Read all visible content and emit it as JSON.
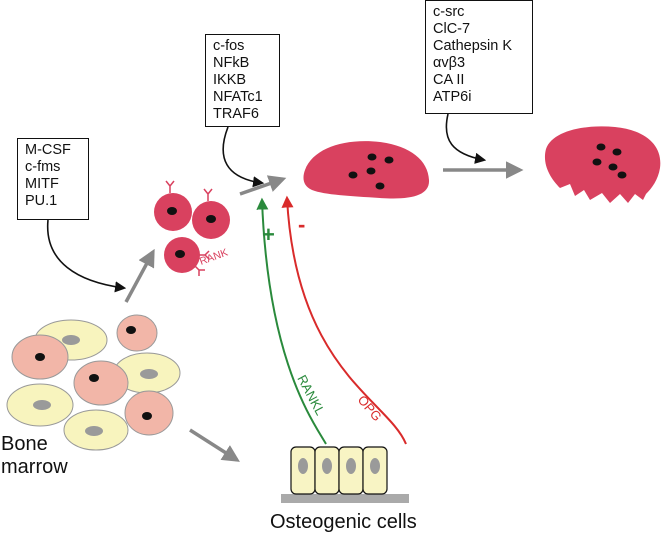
{
  "marker_boxes": {
    "early": [
      "M-CSF",
      "c-fms",
      "MITF",
      "PU.1"
    ],
    "precursor": [
      "c-fos",
      "NFkB",
      "IKKB",
      "NFATc1",
      "TRAF6"
    ],
    "mature": [
      "c-src",
      "ClC-7",
      "Cathepsin K",
      "αvβ3",
      "CA II",
      "ATP6i"
    ]
  },
  "labels": {
    "bone_marrow_line1": "Bone",
    "bone_marrow_line2": "marrow",
    "osteogenic": "Osteogenic cells",
    "rank": "RANK",
    "rankl": "RANKL",
    "opg": "OPG",
    "plus": "+",
    "minus": "-"
  },
  "colors": {
    "osteoclast": "#d9415f",
    "marrow_pink": "#f2b6a8",
    "marrow_yellow": "#f8f4be",
    "osteoblast": "#f8f4c4",
    "rankl": "#2a8a3c",
    "opg": "#d92b2b",
    "arrow_grey": "#888888",
    "nucleus_dark": "#111111",
    "nucleus_grey": "#9a9a9a"
  }
}
